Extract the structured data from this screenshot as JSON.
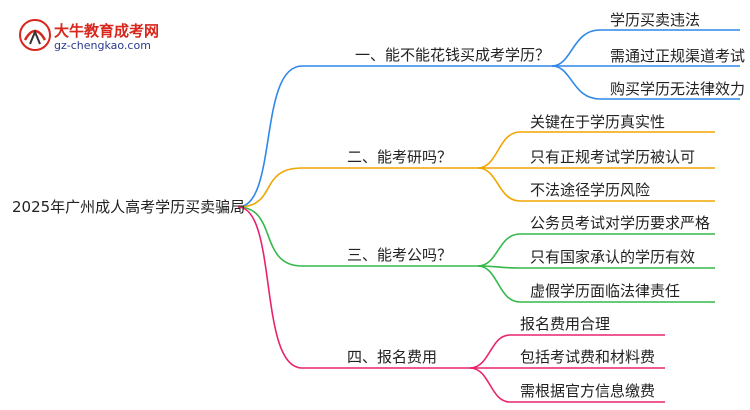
{
  "logo": {
    "name": "大牛教育成考网",
    "url": "gz-chengkao.com",
    "glyph": "大牛"
  },
  "root": {
    "label": "2025年广州成人高考学历买卖骗局"
  },
  "branches": [
    {
      "label": "一、能不能花钱买成考学历？",
      "color": "#2f87e8",
      "children": [
        "学历买卖违法",
        "需通过正规渠道考试",
        "购买学历无法律效力"
      ]
    },
    {
      "label": "二、能考研吗？",
      "color": "#f0a500",
      "children": [
        "关键在于学历真实性",
        "只有正规考试学历被认可",
        "不法途径学历风险"
      ]
    },
    {
      "label": "三、能考公吗？",
      "color": "#35b84a",
      "children": [
        "公务员考试对学历要求严格",
        "只有国家承认的学历有效",
        "虚假学历面临法律责任"
      ]
    },
    {
      "label": "四、报名费用",
      "color": "#e8246e",
      "children": [
        "报名费用合理",
        "包括考试费和材料费",
        "需根据官方信息缴费"
      ]
    }
  ]
}
